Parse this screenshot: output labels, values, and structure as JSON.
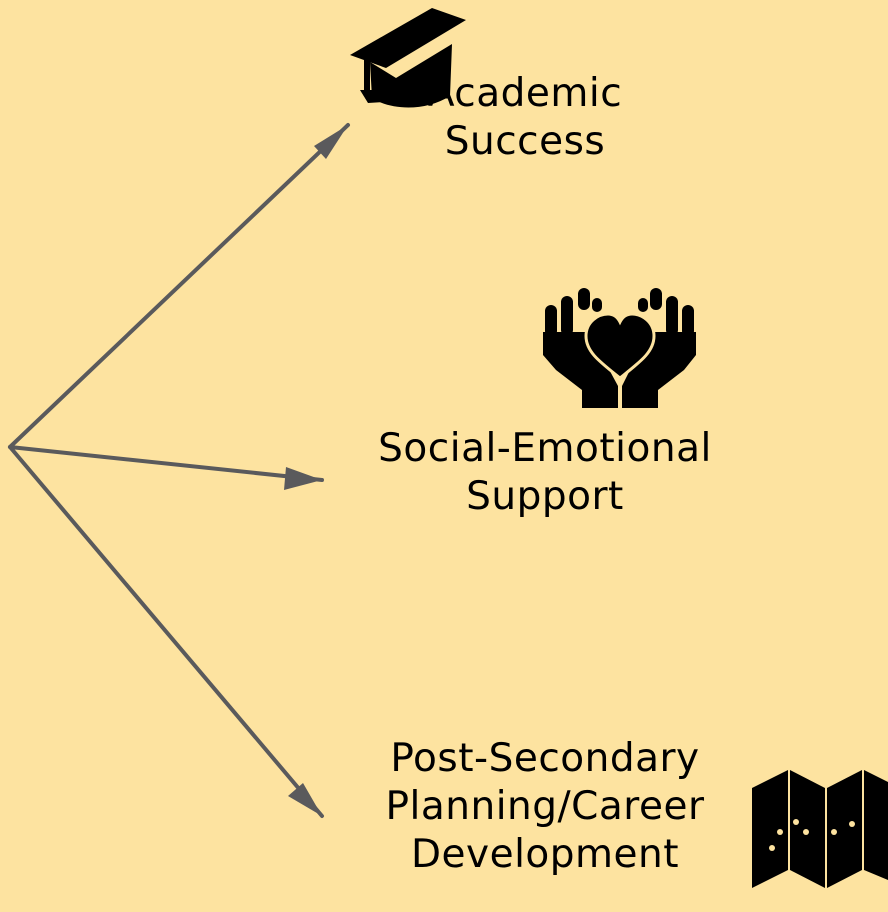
{
  "colors": {
    "background": "#FDE3A0",
    "arrow": "#5A5A5C",
    "icon": "#000000",
    "text": "#000000"
  },
  "icons": {
    "top": "graduation-cap-icon",
    "middle": "hands-holding-heart-icon",
    "bottom": "folded-map-icon"
  },
  "branches": [
    {
      "id": "academic",
      "lines": [
        "Academic",
        "Success"
      ]
    },
    {
      "id": "social",
      "lines": [
        "Social-Emotional",
        "Support"
      ]
    },
    {
      "id": "post",
      "lines": [
        "Post-Secondary",
        "Planning/Career",
        "Development"
      ]
    }
  ]
}
